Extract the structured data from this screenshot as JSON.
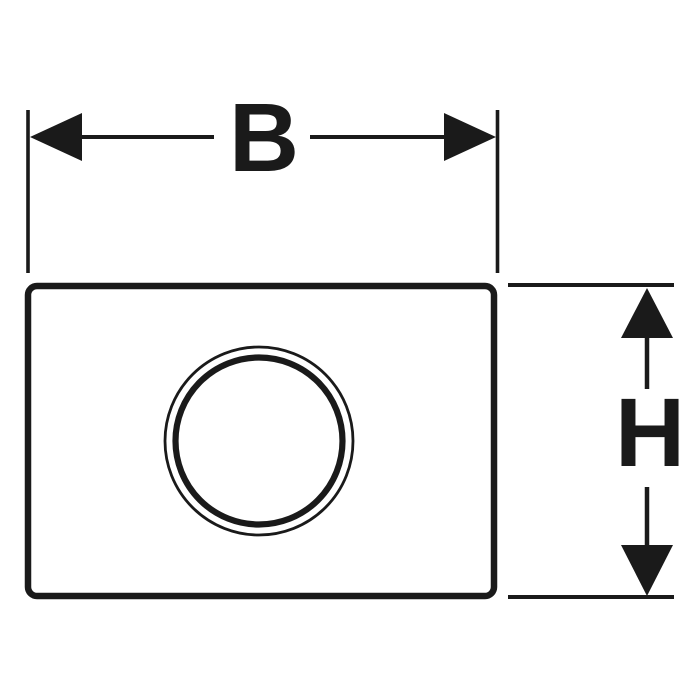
{
  "drawing": {
    "kind": "technical-dimension-drawing",
    "subject": "rectangular actuator flush plate with central round button, front view",
    "colors": {
      "ink": "#1a1a1a",
      "background": "#ffffff",
      "plate_fill": "#ffffff"
    },
    "dimensions": {
      "width": {
        "label": "B",
        "orientation": "horizontal",
        "position": "top"
      },
      "height": {
        "label": "H",
        "orientation": "vertical",
        "position": "right"
      }
    }
  }
}
